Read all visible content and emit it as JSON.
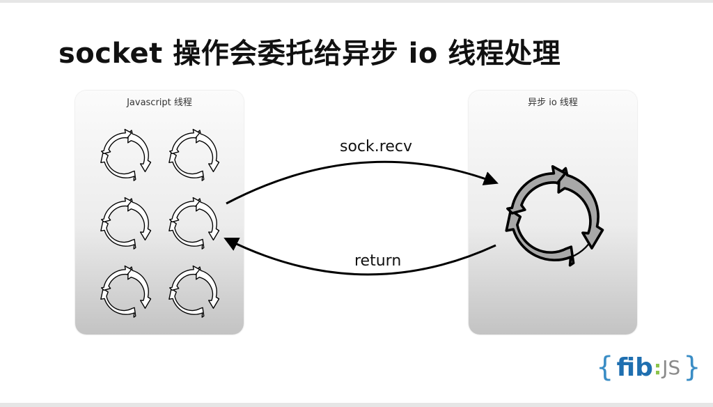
{
  "slide": {
    "title": "socket 操作会委托给异步 io 线程处理"
  },
  "left_panel": {
    "label": "Javascript 线程",
    "loop_count": 6
  },
  "right_panel": {
    "label": "异步 io 线程"
  },
  "arrows": {
    "send_label": "sock.recv",
    "return_label": "return"
  },
  "logo": {
    "open_brace": "{",
    "name": "fib",
    "separator": ":",
    "suffix": "JS",
    "close_brace": "}",
    "brace_color": "#3a8dc5",
    "name_color": "#1f6fb0",
    "separator_color": "#8bc34a"
  },
  "colors": {
    "small_loop_fill": "#ffffff",
    "big_loop_fill": "#a8a8a8",
    "stroke": "#000000"
  }
}
